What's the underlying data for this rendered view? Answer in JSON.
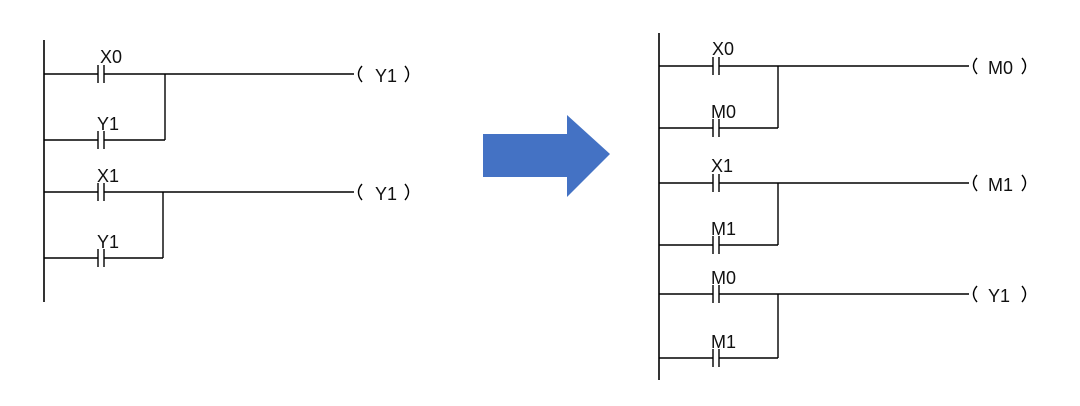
{
  "before": {
    "rungs": [
      {
        "contact": "X0",
        "branch": "Y1",
        "coil": "Y1"
      },
      {
        "contact": "X1",
        "branch": "Y1",
        "coil": "Y1"
      }
    ]
  },
  "after": {
    "rungs": [
      {
        "contact": "X0",
        "branch": "M0",
        "coil": "M0"
      },
      {
        "contact": "X1",
        "branch": "M1",
        "coil": "M1"
      },
      {
        "contact": "M0",
        "branch": "M1",
        "coil": "Y1"
      }
    ]
  },
  "arrow": {
    "color": "#4472C4"
  }
}
